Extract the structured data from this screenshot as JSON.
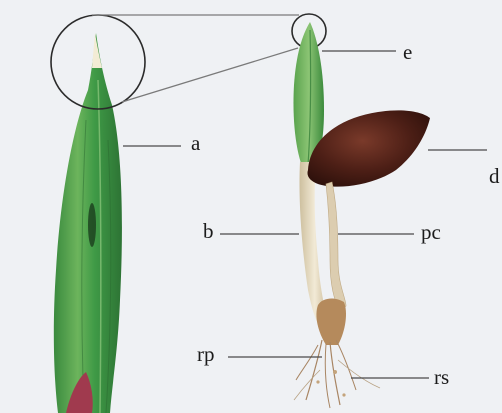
{
  "labels": {
    "a": "a",
    "b": "b",
    "d": "d",
    "e": "e",
    "pc": "pc",
    "rp": "rp",
    "rs": "rs"
  },
  "colors": {
    "background": "#eff1f4",
    "leaf_green": "#3f9a46",
    "leaf_dark": "#2b6e34",
    "seed_brown": "#4a1f17",
    "stem_cream": "#e7dcc1",
    "root_tan": "#b48b5c",
    "line": "#4a4a4a"
  }
}
